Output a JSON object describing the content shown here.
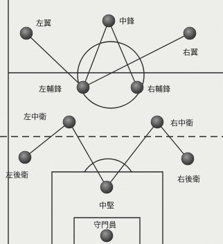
{
  "players": {
    "left_wing": "左翼",
    "center_forward": "中鋒",
    "right_wing": "右翼",
    "left_inside": "左輔鋒",
    "right_inside": "右輔鋒",
    "left_half": "左中衛",
    "right_half": "右中衛",
    "left_back": "左後衛",
    "right_back": "右後衛",
    "center_half": "中堅",
    "goalkeeper": "守門員"
  }
}
